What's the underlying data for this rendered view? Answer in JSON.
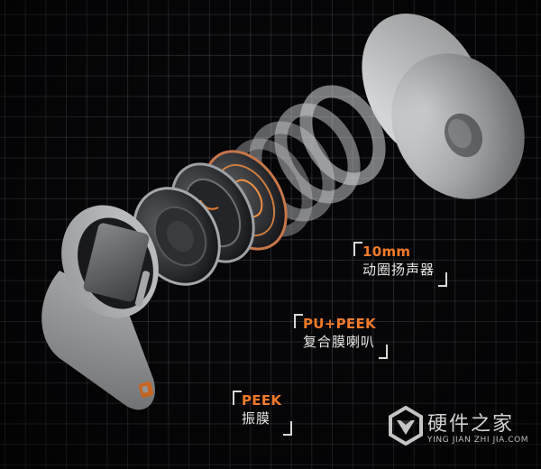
{
  "scene": {
    "description": "Exploded view of a wireless earbud on a dark grid background",
    "background_color": "#060608",
    "grid_color": "#787887",
    "accent_color": "#f07a2a"
  },
  "callouts": [
    {
      "id": "driver",
      "title": "10mm",
      "subtitle": "动圈扬声器"
    },
    {
      "id": "horn",
      "title": "PU+PEEK",
      "subtitle": "复合膜喇叭"
    },
    {
      "id": "diaphragm",
      "title": "PEEK",
      "subtitle": "振膜"
    }
  ],
  "watermark": {
    "name": "硬件之家",
    "domain": "YING JIAN ZHI JIA.COM"
  }
}
